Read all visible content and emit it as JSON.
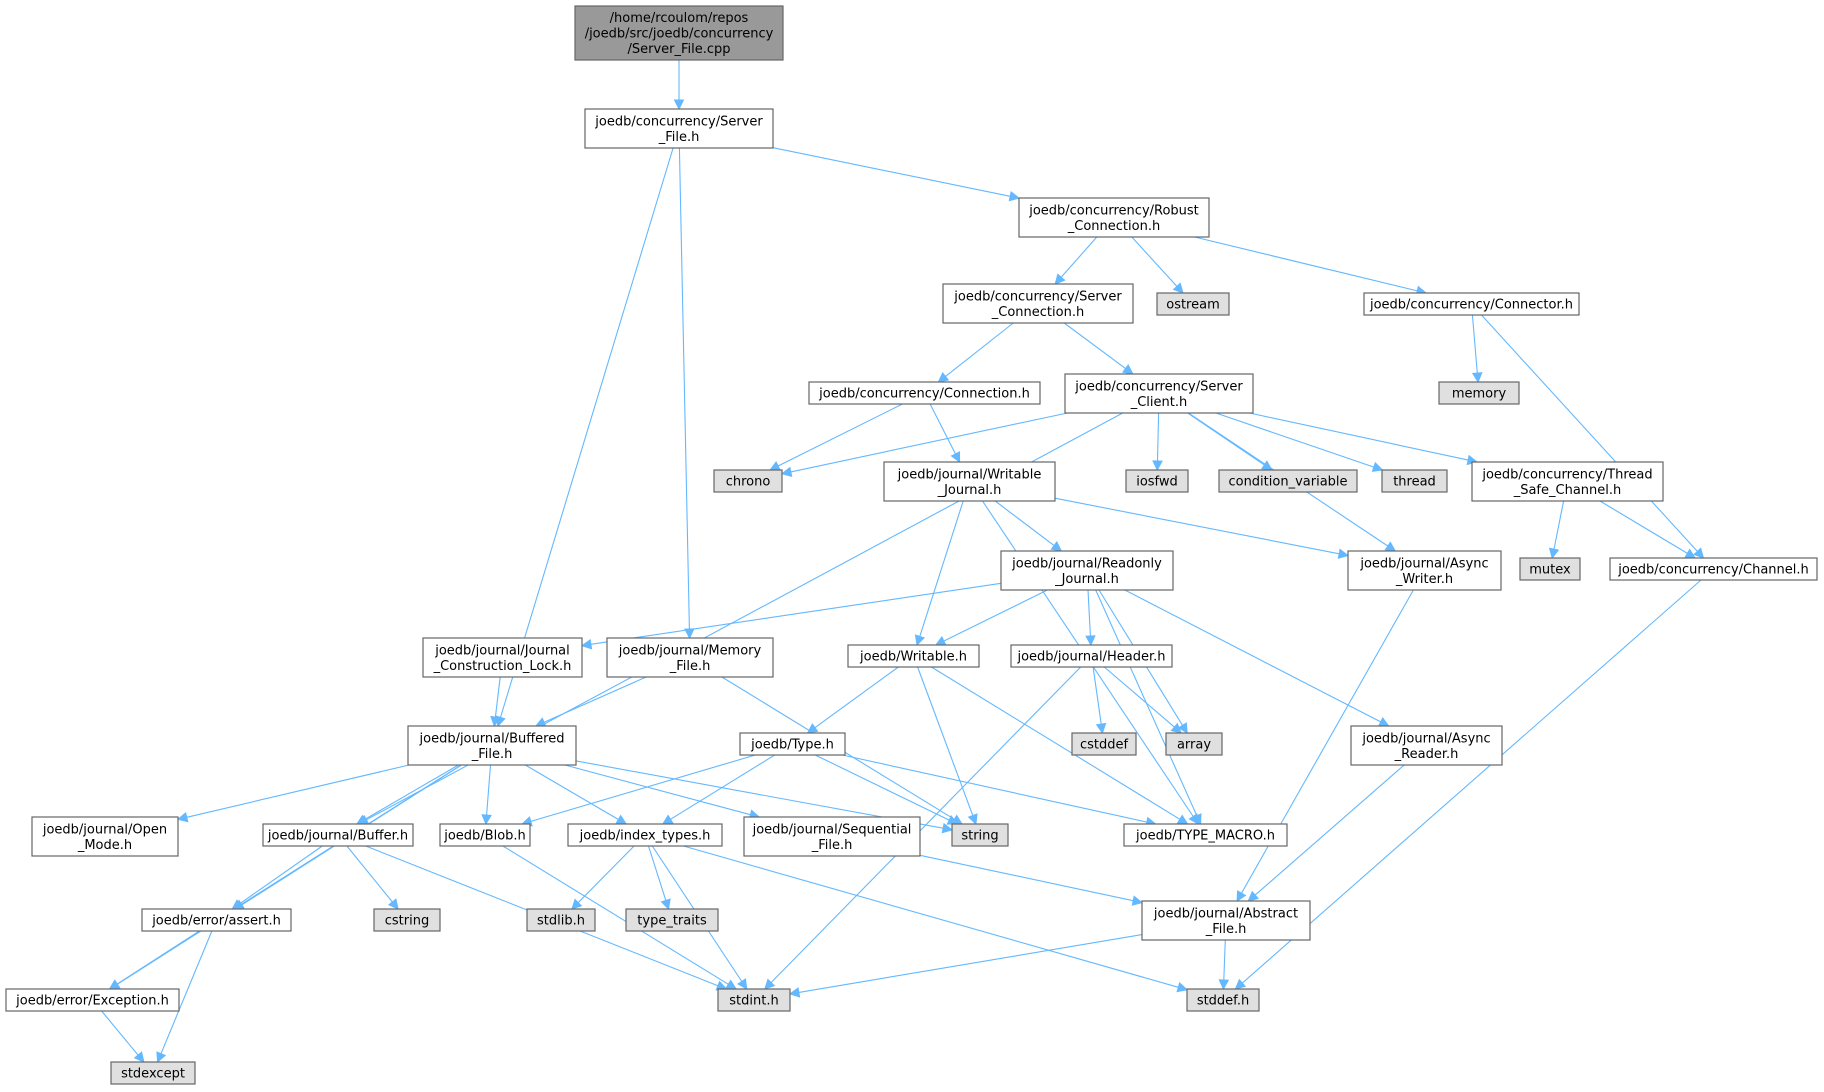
{
  "colors": {
    "root_fill": "#999999",
    "header_fill": "#ffffff",
    "system_fill": "#e0e0e0",
    "border": "#666666",
    "edge": "#63b8ff"
  },
  "nodes": {
    "root": {
      "lines": [
        "/home/rcoulom/repos",
        "/joedb/src/joedb/concurrency",
        "/Server_File.cpp"
      ],
      "kind": "root"
    },
    "server_file_h": {
      "lines": [
        "joedb/concurrency/Server",
        "_File.h"
      ],
      "kind": "header"
    },
    "robust_connection": {
      "lines": [
        "joedb/concurrency/Robust",
        "_Connection.h"
      ],
      "kind": "header"
    },
    "server_connection": {
      "lines": [
        "joedb/concurrency/Server",
        "_Connection.h"
      ],
      "kind": "header"
    },
    "ostream": {
      "lines": [
        "ostream"
      ],
      "kind": "system"
    },
    "connector": {
      "lines": [
        "joedb/concurrency/Connector.h"
      ],
      "kind": "header"
    },
    "connection": {
      "lines": [
        "joedb/concurrency/Connection.h"
      ],
      "kind": "header"
    },
    "server_client": {
      "lines": [
        "joedb/concurrency/Server",
        "_Client.h"
      ],
      "kind": "header"
    },
    "memory": {
      "lines": [
        "memory"
      ],
      "kind": "system"
    },
    "chrono": {
      "lines": [
        "chrono"
      ],
      "kind": "system"
    },
    "writable_journal": {
      "lines": [
        "joedb/journal/Writable",
        "_Journal.h"
      ],
      "kind": "header"
    },
    "iosfwd": {
      "lines": [
        "iosfwd"
      ],
      "kind": "system"
    },
    "condition_variable": {
      "lines": [
        "condition_variable"
      ],
      "kind": "system"
    },
    "thread": {
      "lines": [
        "thread"
      ],
      "kind": "system"
    },
    "thread_safe_channel": {
      "lines": [
        "joedb/concurrency/Thread",
        "_Safe_Channel.h"
      ],
      "kind": "header"
    },
    "readonly_journal": {
      "lines": [
        "joedb/journal/Readonly",
        "_Journal.h"
      ],
      "kind": "header"
    },
    "async_writer": {
      "lines": [
        "joedb/journal/Async",
        "_Writer.h"
      ],
      "kind": "header"
    },
    "mutex": {
      "lines": [
        "mutex"
      ],
      "kind": "system"
    },
    "channel": {
      "lines": [
        "joedb/concurrency/Channel.h"
      ],
      "kind": "header"
    },
    "journal_construction_lock": {
      "lines": [
        "joedb/journal/Journal",
        "_Construction_Lock.h"
      ],
      "kind": "header"
    },
    "memory_file": {
      "lines": [
        "joedb/journal/Memory",
        "_File.h"
      ],
      "kind": "header"
    },
    "writable": {
      "lines": [
        "joedb/Writable.h"
      ],
      "kind": "header"
    },
    "header": {
      "lines": [
        "joedb/journal/Header.h"
      ],
      "kind": "header"
    },
    "buffered_file": {
      "lines": [
        "joedb/journal/Buffered",
        "_File.h"
      ],
      "kind": "header"
    },
    "type": {
      "lines": [
        "joedb/Type.h"
      ],
      "kind": "header"
    },
    "cstddef": {
      "lines": [
        "cstddef"
      ],
      "kind": "system"
    },
    "array": {
      "lines": [
        "array"
      ],
      "kind": "system"
    },
    "async_reader": {
      "lines": [
        "joedb/journal/Async",
        "_Reader.h"
      ],
      "kind": "header"
    },
    "open_mode": {
      "lines": [
        "joedb/journal/Open",
        "_Mode.h"
      ],
      "kind": "header"
    },
    "buffer": {
      "lines": [
        "joedb/journal/Buffer.h"
      ],
      "kind": "header"
    },
    "blob": {
      "lines": [
        "joedb/Blob.h"
      ],
      "kind": "header"
    },
    "index_types": {
      "lines": [
        "joedb/index_types.h"
      ],
      "kind": "header"
    },
    "sequential_file": {
      "lines": [
        "joedb/journal/Sequential",
        "_File.h"
      ],
      "kind": "header"
    },
    "string": {
      "lines": [
        "string"
      ],
      "kind": "system"
    },
    "type_macro": {
      "lines": [
        "joedb/TYPE_MACRO.h"
      ],
      "kind": "header"
    },
    "cstring": {
      "lines": [
        "cstring"
      ],
      "kind": "system"
    },
    "assert": {
      "lines": [
        "joedb/error/assert.h"
      ],
      "kind": "header"
    },
    "stdlib": {
      "lines": [
        "stdlib.h"
      ],
      "kind": "system"
    },
    "type_traits": {
      "lines": [
        "type_traits"
      ],
      "kind": "system"
    },
    "abstract_file": {
      "lines": [
        "joedb/journal/Abstract",
        "_File.h"
      ],
      "kind": "header"
    },
    "exception": {
      "lines": [
        "joedb/error/Exception.h"
      ],
      "kind": "header"
    },
    "stdint": {
      "lines": [
        "stdint.h"
      ],
      "kind": "system"
    },
    "stddef": {
      "lines": [
        "stddef.h"
      ],
      "kind": "system"
    },
    "stdexcept": {
      "lines": [
        "stdexcept"
      ],
      "kind": "system"
    }
  }
}
